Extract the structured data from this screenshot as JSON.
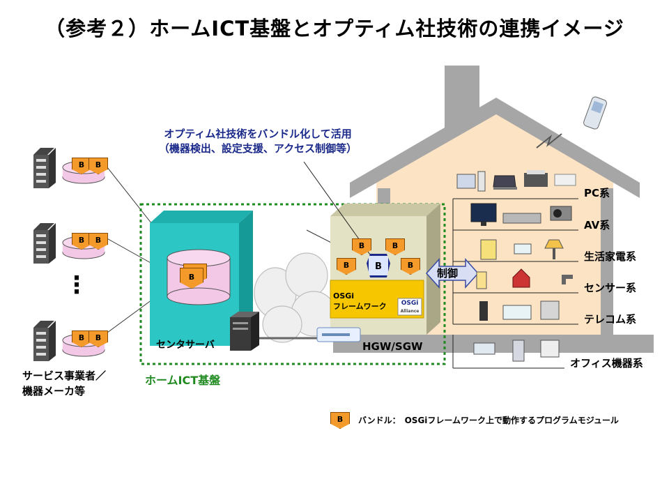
{
  "title": "（参考２）ホームICT基盤とオプティム社技術の連携イメージ",
  "callout": {
    "line1": "オプティム社技術をバンドル化して活用",
    "line2": "（機器検出、設定支援、アクセス制御等）"
  },
  "left": {
    "label_line1": "サービス事業者／",
    "label_line2": "機器メーカ等",
    "dots": "⋮"
  },
  "center": {
    "server_label": "センタサーバ",
    "home_ict_label": "ホームICT基盤",
    "gateway_label": "HGW/SGW",
    "osgi_line1": "OSGi",
    "osgi_line2": "フレームワーク",
    "osgi_logo": "OSGi",
    "osgi_logo_sub": "Alliance",
    "control_label": "制御",
    "bundle_mark": "B"
  },
  "categories": [
    {
      "label": "PC系"
    },
    {
      "label": "AV系"
    },
    {
      "label": "生活家電系"
    },
    {
      "label": "センサー系"
    },
    {
      "label": "テレコム系"
    },
    {
      "label": "オフィス機器系"
    }
  ],
  "legend": {
    "mark": "B",
    "text": "バンドル：　OSGiフレームワーク上で動作するプログラムモジュール"
  },
  "colors": {
    "bundle": "#f39a2a",
    "teal": "#2cc6c4",
    "house": "#fbe3c4",
    "roof": "#a6a6a6",
    "green": "#1f8a1f",
    "blue": "#1b2a8a",
    "yellow": "#f6c700"
  }
}
